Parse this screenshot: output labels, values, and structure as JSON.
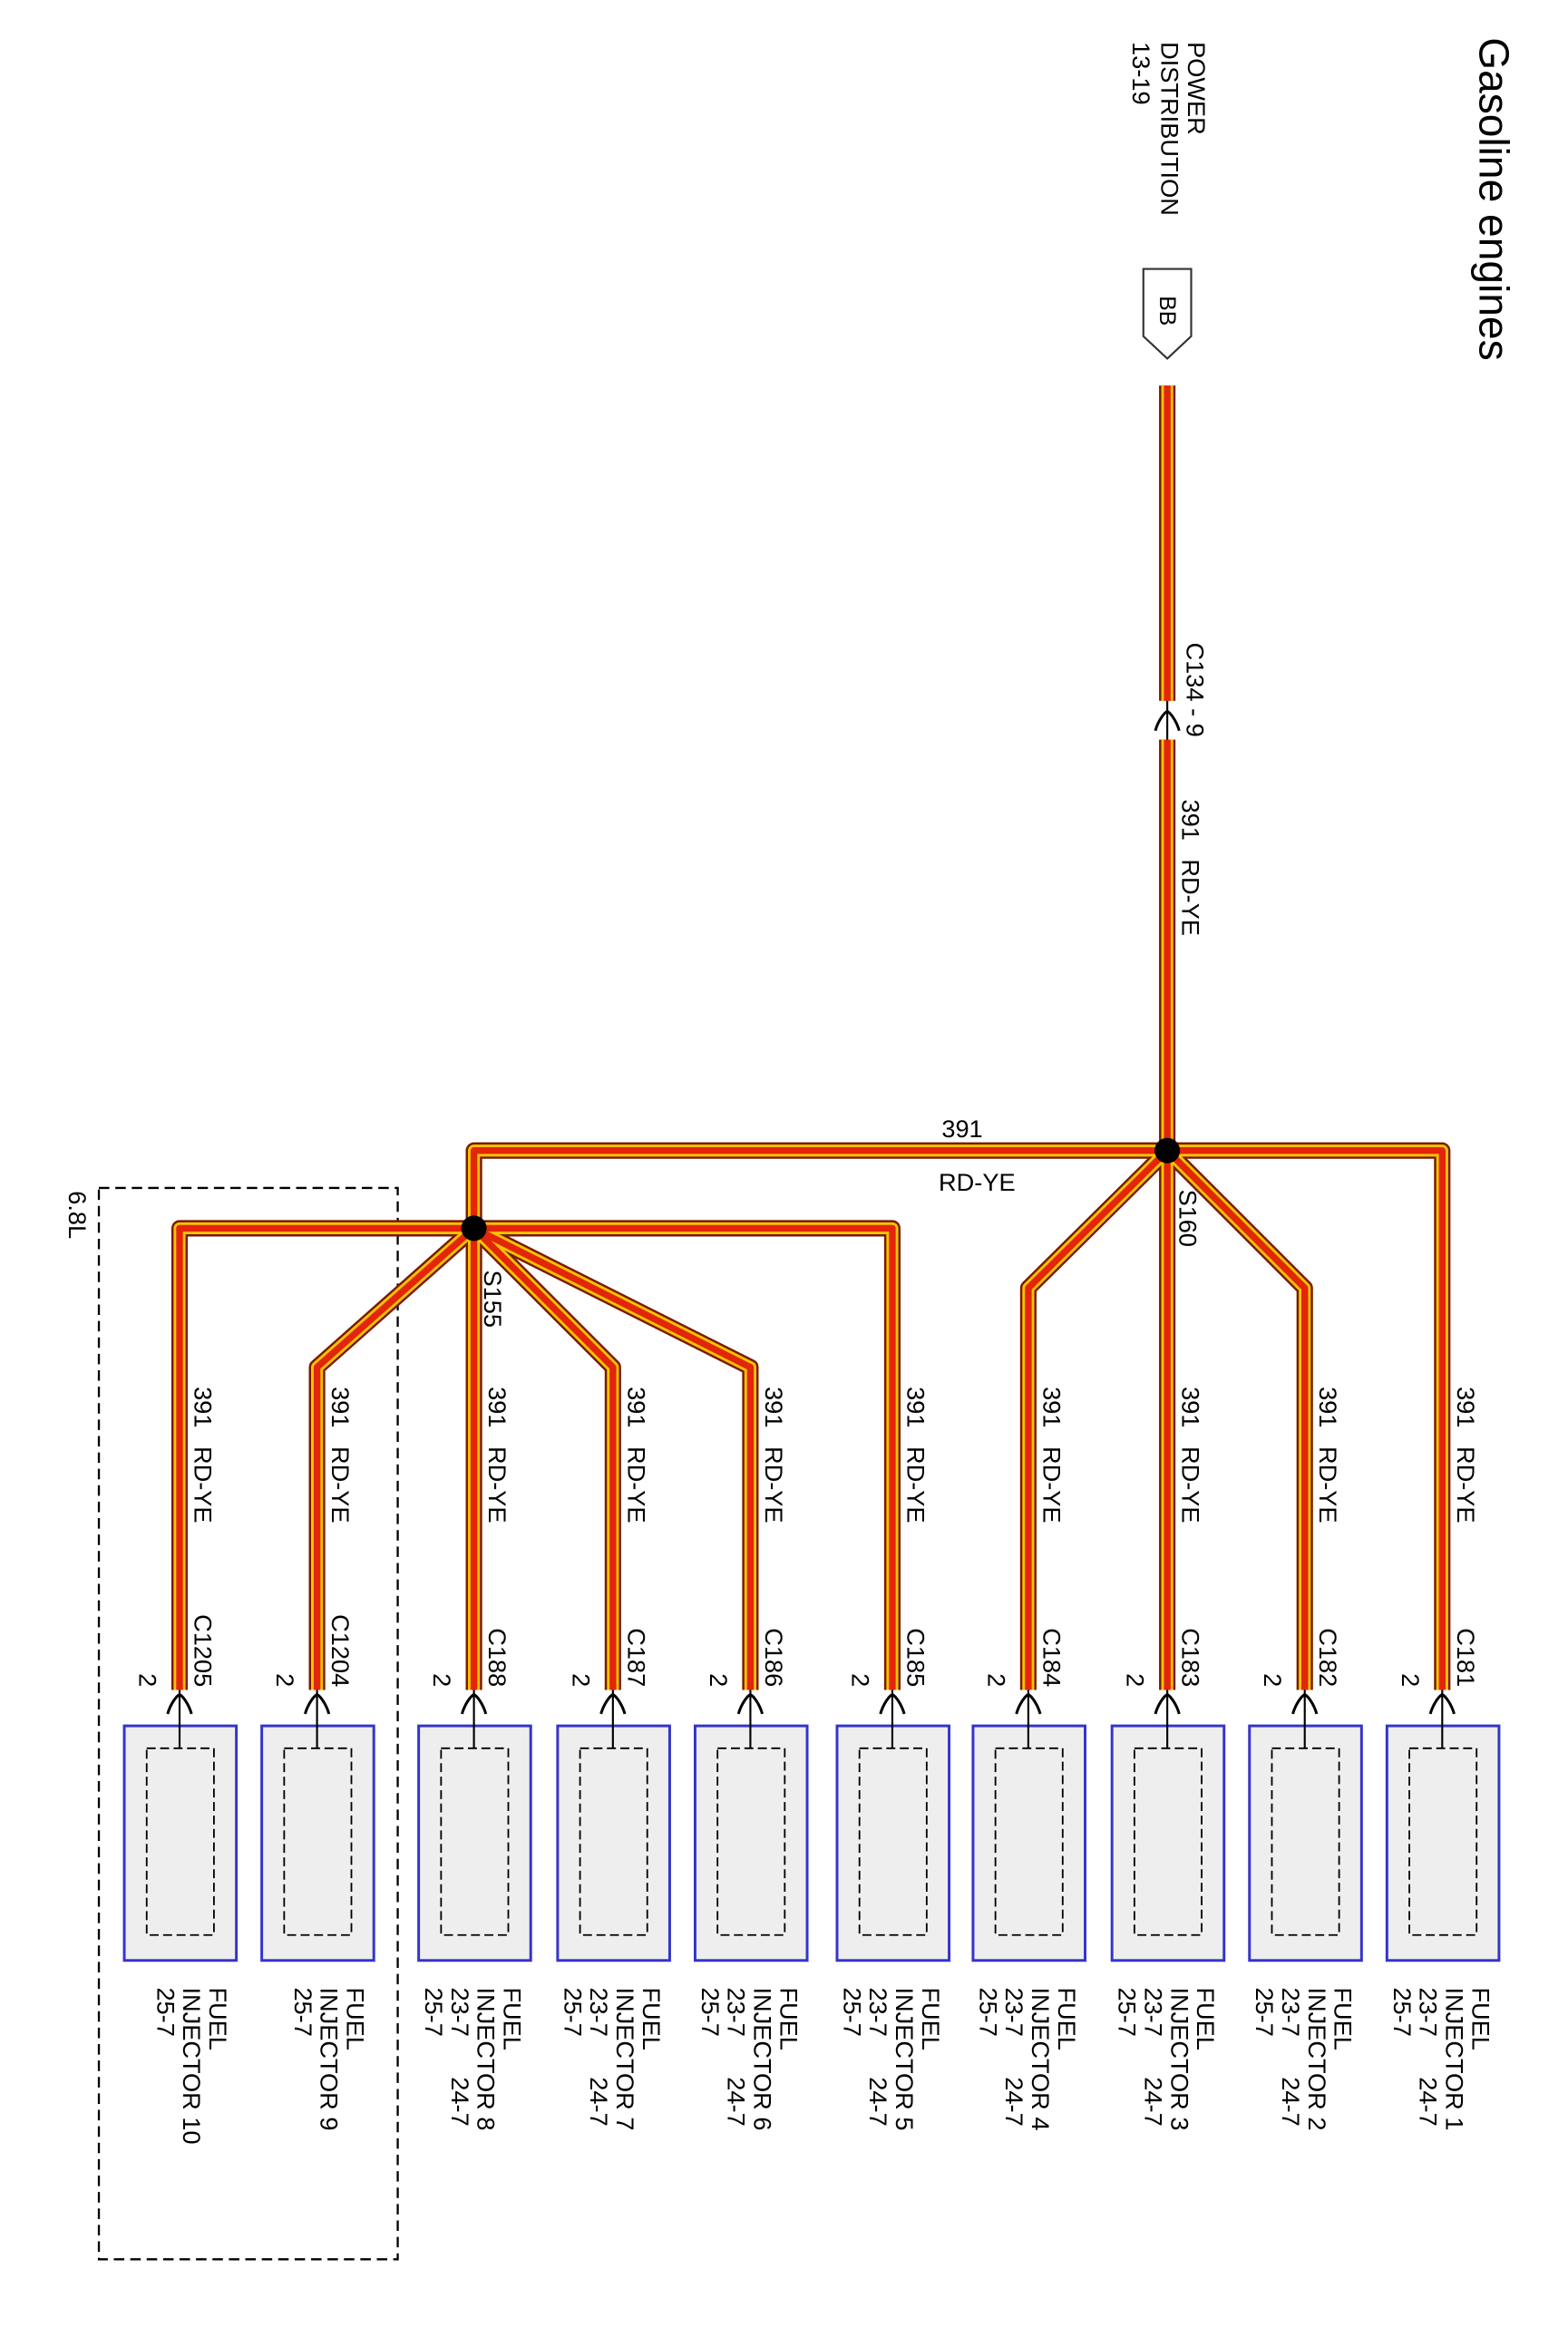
{
  "title": "Gasoline engines",
  "source": {
    "lines": [
      "POWER",
      "DISTRIBUTION",
      "13-19"
    ],
    "connector": "BB"
  },
  "inline_connector": {
    "label": "C134 - 9"
  },
  "trunk_wire": {
    "circuit": "391",
    "color": "RD-YE"
  },
  "splices": {
    "upper": "S160",
    "lower": "S155"
  },
  "bus_wire": {
    "circuit": "391",
    "color": "RD-YE"
  },
  "engine_option": {
    "label": "6.8L"
  },
  "injectors": [
    {
      "connector": "C181",
      "pin": "2",
      "circuit": "391",
      "wire_color": "RD-YE",
      "label_lines": [
        [
          "FUEL"
        ],
        [
          "INJECTOR 1"
        ],
        [
          "23-7",
          "24-7"
        ],
        [
          "25-7"
        ]
      ]
    },
    {
      "connector": "C182",
      "pin": "2",
      "circuit": "391",
      "wire_color": "RD-YE",
      "label_lines": [
        [
          "FUEL"
        ],
        [
          "INJECTOR 2"
        ],
        [
          "23-7",
          "24-7"
        ],
        [
          "25-7"
        ]
      ]
    },
    {
      "connector": "C183",
      "pin": "2",
      "circuit": "391",
      "wire_color": "RD-YE",
      "label_lines": [
        [
          "FUEL"
        ],
        [
          "INJECTOR 3"
        ],
        [
          "23-7",
          "24-7"
        ],
        [
          "25-7"
        ]
      ]
    },
    {
      "connector": "C184",
      "pin": "2",
      "circuit": "391",
      "wire_color": "RD-YE",
      "label_lines": [
        [
          "FUEL"
        ],
        [
          "INJECTOR 4"
        ],
        [
          "23-7",
          "24-7"
        ],
        [
          "25-7"
        ]
      ]
    },
    {
      "connector": "C185",
      "pin": "2",
      "circuit": "391",
      "wire_color": "RD-YE",
      "label_lines": [
        [
          "FUEL"
        ],
        [
          "INJECTOR 5"
        ],
        [
          "23-7",
          "24-7"
        ],
        [
          "25-7"
        ]
      ]
    },
    {
      "connector": "C186",
      "pin": "2",
      "circuit": "391",
      "wire_color": "RD-YE",
      "label_lines": [
        [
          "FUEL"
        ],
        [
          "INJECTOR 6"
        ],
        [
          "23-7",
          "24-7"
        ],
        [
          "25-7"
        ]
      ]
    },
    {
      "connector": "C187",
      "pin": "2",
      "circuit": "391",
      "wire_color": "RD-YE",
      "label_lines": [
        [
          "FUEL"
        ],
        [
          "INJECTOR 7"
        ],
        [
          "23-7",
          "24-7"
        ],
        [
          "25-7"
        ]
      ]
    },
    {
      "connector": "C188",
      "pin": "2",
      "circuit": "391",
      "wire_color": "RD-YE",
      "label_lines": [
        [
          "FUEL"
        ],
        [
          "INJECTOR 8"
        ],
        [
          "23-7",
          "24-7"
        ],
        [
          "25-7"
        ]
      ]
    },
    {
      "connector": "C1204",
      "pin": "2",
      "circuit": "391",
      "wire_color": "RD-YE",
      "label_lines": [
        [
          "FUEL"
        ],
        [
          "INJECTOR 9"
        ],
        [
          "25-7"
        ]
      ]
    },
    {
      "connector": "C1205",
      "pin": "2",
      "circuit": "391",
      "wire_color": "RD-YE",
      "label_lines": [
        [
          "FUEL"
        ],
        [
          "INJECTOR 10"
        ],
        [
          "25-7"
        ]
      ]
    }
  ],
  "wire_colors": {
    "outline": "#7a1a00",
    "tracer": "#f5c300",
    "base": "#e3250b"
  },
  "component_colors": {
    "outline": "#3434cc",
    "fill": "#eeeeee"
  }
}
